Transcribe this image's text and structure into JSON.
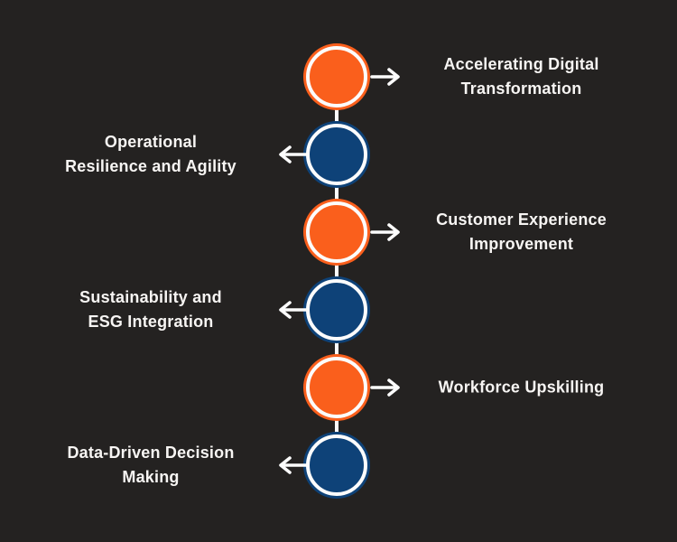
{
  "colors": {
    "background": "#242221",
    "orange": "#FA5F1C",
    "navy": "#0E4278",
    "connector": "#FCFCFC",
    "text": "#F7F5F3"
  },
  "timeline": {
    "items": [
      {
        "lines": [
          "Accelerating Digital",
          "Transformation"
        ],
        "side": "right",
        "color": "orange"
      },
      {
        "lines": [
          "Operational",
          "Resilience and Agility"
        ],
        "side": "left",
        "color": "navy"
      },
      {
        "lines": [
          "Customer Experience",
          "Improvement"
        ],
        "side": "right",
        "color": "orange"
      },
      {
        "lines": [
          "Sustainability and",
          "ESG Integration"
        ],
        "side": "left",
        "color": "navy"
      },
      {
        "lines": [
          "Workforce Upskilling"
        ],
        "side": "right",
        "color": "orange"
      },
      {
        "lines": [
          "Data-Driven Decision",
          "Making"
        ],
        "side": "left",
        "color": "navy"
      }
    ]
  }
}
